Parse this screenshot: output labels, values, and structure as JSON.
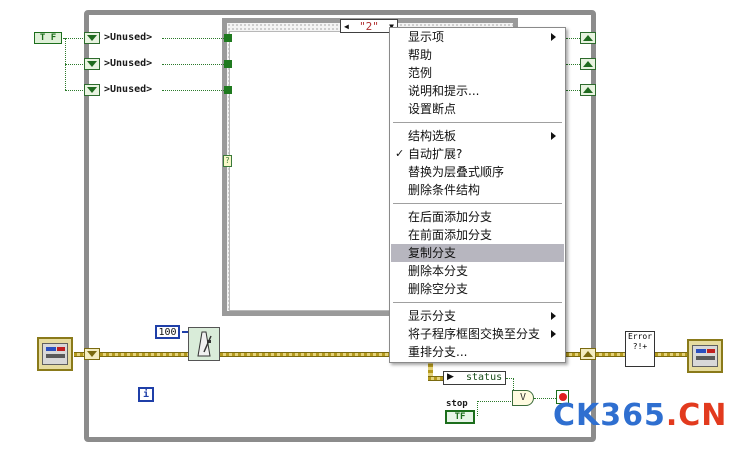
{
  "diagram": {
    "unused_labels": [
      ">Unused>",
      ">Unused>",
      ">Unused>"
    ],
    "bool_const_left": "T F",
    "case_selector": "\"2\"",
    "case_query": "?",
    "number_const": "100",
    "iteration_terminal": "i",
    "status_label": "status",
    "stop_label": "stop",
    "stop_const": "TF",
    "or_gate": "V",
    "unbundle_text": "Error ?!+"
  },
  "context_menu": {
    "items": [
      {
        "label": "显示项",
        "submenu": true
      },
      {
        "label": "帮助"
      },
      {
        "label": "范例"
      },
      {
        "label": "说明和提示..."
      },
      {
        "label": "设置断点"
      },
      {
        "label": "结构选板",
        "submenu": true
      },
      {
        "label": "自动扩展?",
        "checked": true
      },
      {
        "label": "替换为层叠式顺序"
      },
      {
        "label": "删除条件结构"
      },
      {
        "label": "在后面添加分支"
      },
      {
        "label": "在前面添加分支"
      },
      {
        "label": "复制分支",
        "highlighted": true
      },
      {
        "label": "删除本分支"
      },
      {
        "label": "删除空分支"
      },
      {
        "label": "显示分支",
        "submenu": true
      },
      {
        "label": "将子程序框图交换至分支",
        "submenu": true
      },
      {
        "label": "重排分支..."
      }
    ],
    "check_glyph": "✓"
  },
  "watermark": {
    "part1": "CK365",
    "part2": ".CN",
    "color1": "#2f6fd0",
    "color2": "#e23a1e"
  },
  "colors": {
    "loop_border": "#8c8c8c",
    "bool_wire": "#2b7a2b",
    "error_wire": "#b59a1e",
    "menu_highlight": "#b7b6bf"
  }
}
